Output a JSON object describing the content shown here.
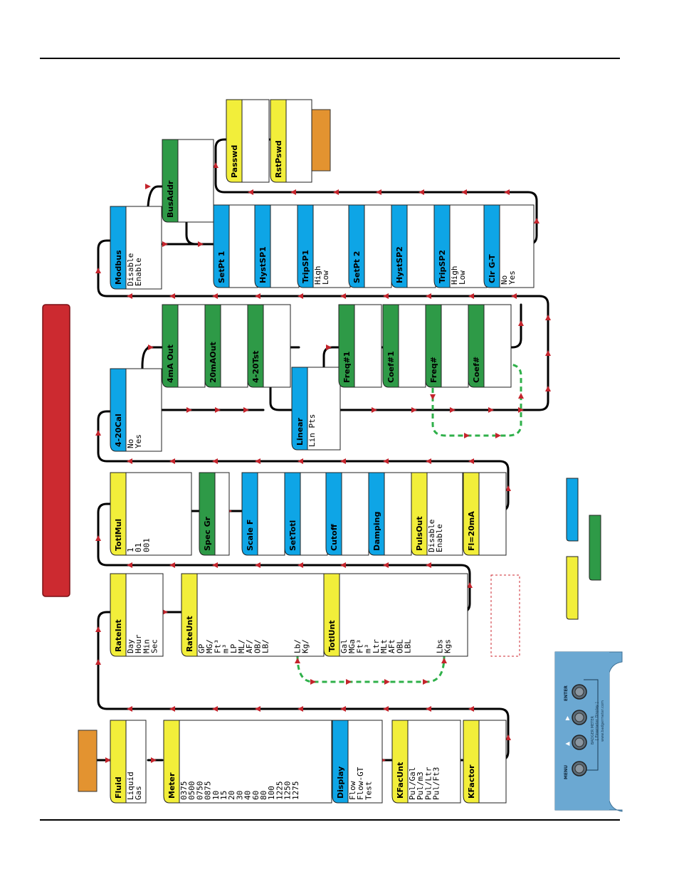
{
  "colors": {
    "yellow": "#f2ee3a",
    "blue": "#0ea5e6",
    "green": "#2e9a47",
    "orange": "#e39330",
    "red": "#cc2a30",
    "arrow": "#c4242c",
    "dashed": "#2fb04a",
    "keypad": "#6ba8d2"
  },
  "menus": {
    "fluid": {
      "title": "Fluid",
      "options": [
        "Liquid",
        "Gas"
      ]
    },
    "meter": {
      "title": "Meter",
      "options": [
        "0375",
        "0500",
        "0750",
        "0875",
        "10",
        "15",
        "20",
        "30",
        "40",
        "60",
        "80",
        "100",
        "1225",
        "1250",
        "1275"
      ]
    },
    "display": {
      "title": "Display",
      "options": [
        "Flow",
        "Flow-GT",
        "Test"
      ]
    },
    "kfacunt": {
      "title": "KFacUnt",
      "options": [
        "Pul/Gal",
        "Pul/m3",
        "Pul/Ltr",
        "Pul/Ft3"
      ]
    },
    "kfactor": {
      "title": "KFactor",
      "options": []
    },
    "rateint": {
      "title": "RateInt",
      "options": [
        "Day",
        "Hour",
        "Min",
        "Sec"
      ]
    },
    "rateunt": {
      "title": "RateUnt",
      "options": [
        "GP",
        "MG/",
        "Ft³",
        "m³",
        "LP",
        "ML/",
        "AF/",
        "OB/",
        "LB/",
        "",
        "",
        "",
        "Lb/",
        "Kg/"
      ]
    },
    "totlunt": {
      "title": "TotlUnt",
      "options": [
        "Gal",
        "MGa",
        "Ft³",
        "m³",
        "Ltr",
        "MLt",
        "AFt",
        "OBL",
        "LBL",
        "",
        "",
        "",
        "Lbs",
        "Kgs"
      ]
    },
    "totlmul": {
      "title": "TotlMul",
      "options": [
        "1",
        "01",
        "001"
      ]
    },
    "spec_gr": {
      "title": "Spec Gr",
      "options": []
    },
    "scale_f": {
      "title": "Scale F",
      "options": []
    },
    "settotl": {
      "title": "SetTotl",
      "options": []
    },
    "cutoff": {
      "title": "Cutoff",
      "options": []
    },
    "damping": {
      "title": "Damping",
      "options": []
    },
    "pulsout": {
      "title": "PulsOut",
      "options": [
        "Disable",
        "Enable"
      ]
    },
    "fl20ma": {
      "title": "Fl=20mA",
      "options": []
    },
    "cal420": {
      "title": "4-20Cal",
      "options": [
        "No",
        "Yes"
      ]
    },
    "ma4out": {
      "title": "4mA Out",
      "options": []
    },
    "ma20out": {
      "title": "20mAOut",
      "options": []
    },
    "tst420": {
      "title": "4-20Tst",
      "options": []
    },
    "linear": {
      "title": "Linear",
      "options": [
        "Lin Pts"
      ]
    },
    "freq1": {
      "title": "Freq#1",
      "options": []
    },
    "coef1": {
      "title": "Coef#1",
      "options": []
    },
    "freqn": {
      "title": "Freq#",
      "options": []
    },
    "coefn": {
      "title": "Coef#",
      "options": []
    },
    "modbus": {
      "title": "Modbus",
      "options": [
        "Disable",
        "Enable"
      ]
    },
    "busaddr": {
      "title": "BusAddr",
      "options": []
    },
    "setpt1": {
      "title": "SetPt 1",
      "options": []
    },
    "hyst1": {
      "title": "HystSP1",
      "options": []
    },
    "trip1": {
      "title": "TripSP1",
      "options": [
        "High",
        "Low"
      ]
    },
    "setpt2": {
      "title": "SetPt 2",
      "options": []
    },
    "hyst2": {
      "title": "HystSP2",
      "options": []
    },
    "trip2": {
      "title": "TripSP2",
      "options": [
        "High",
        "Low"
      ]
    },
    "clrgt": {
      "title": "Clr G-T",
      "options": [
        "No",
        "Yes"
      ]
    },
    "passwd": {
      "title": "Passwd",
      "options": []
    },
    "rstpswd": {
      "title": "RstPswd",
      "options": []
    }
  },
  "keypad": {
    "menu_key": "MENU",
    "enter_key": "ENTER",
    "up_symbol": "▲",
    "right_symbol": "▶",
    "brand_line1": "BADGER METER",
    "brand_line2": "[ Flowmeter Display ]",
    "url": "www.badgermeter.com"
  }
}
